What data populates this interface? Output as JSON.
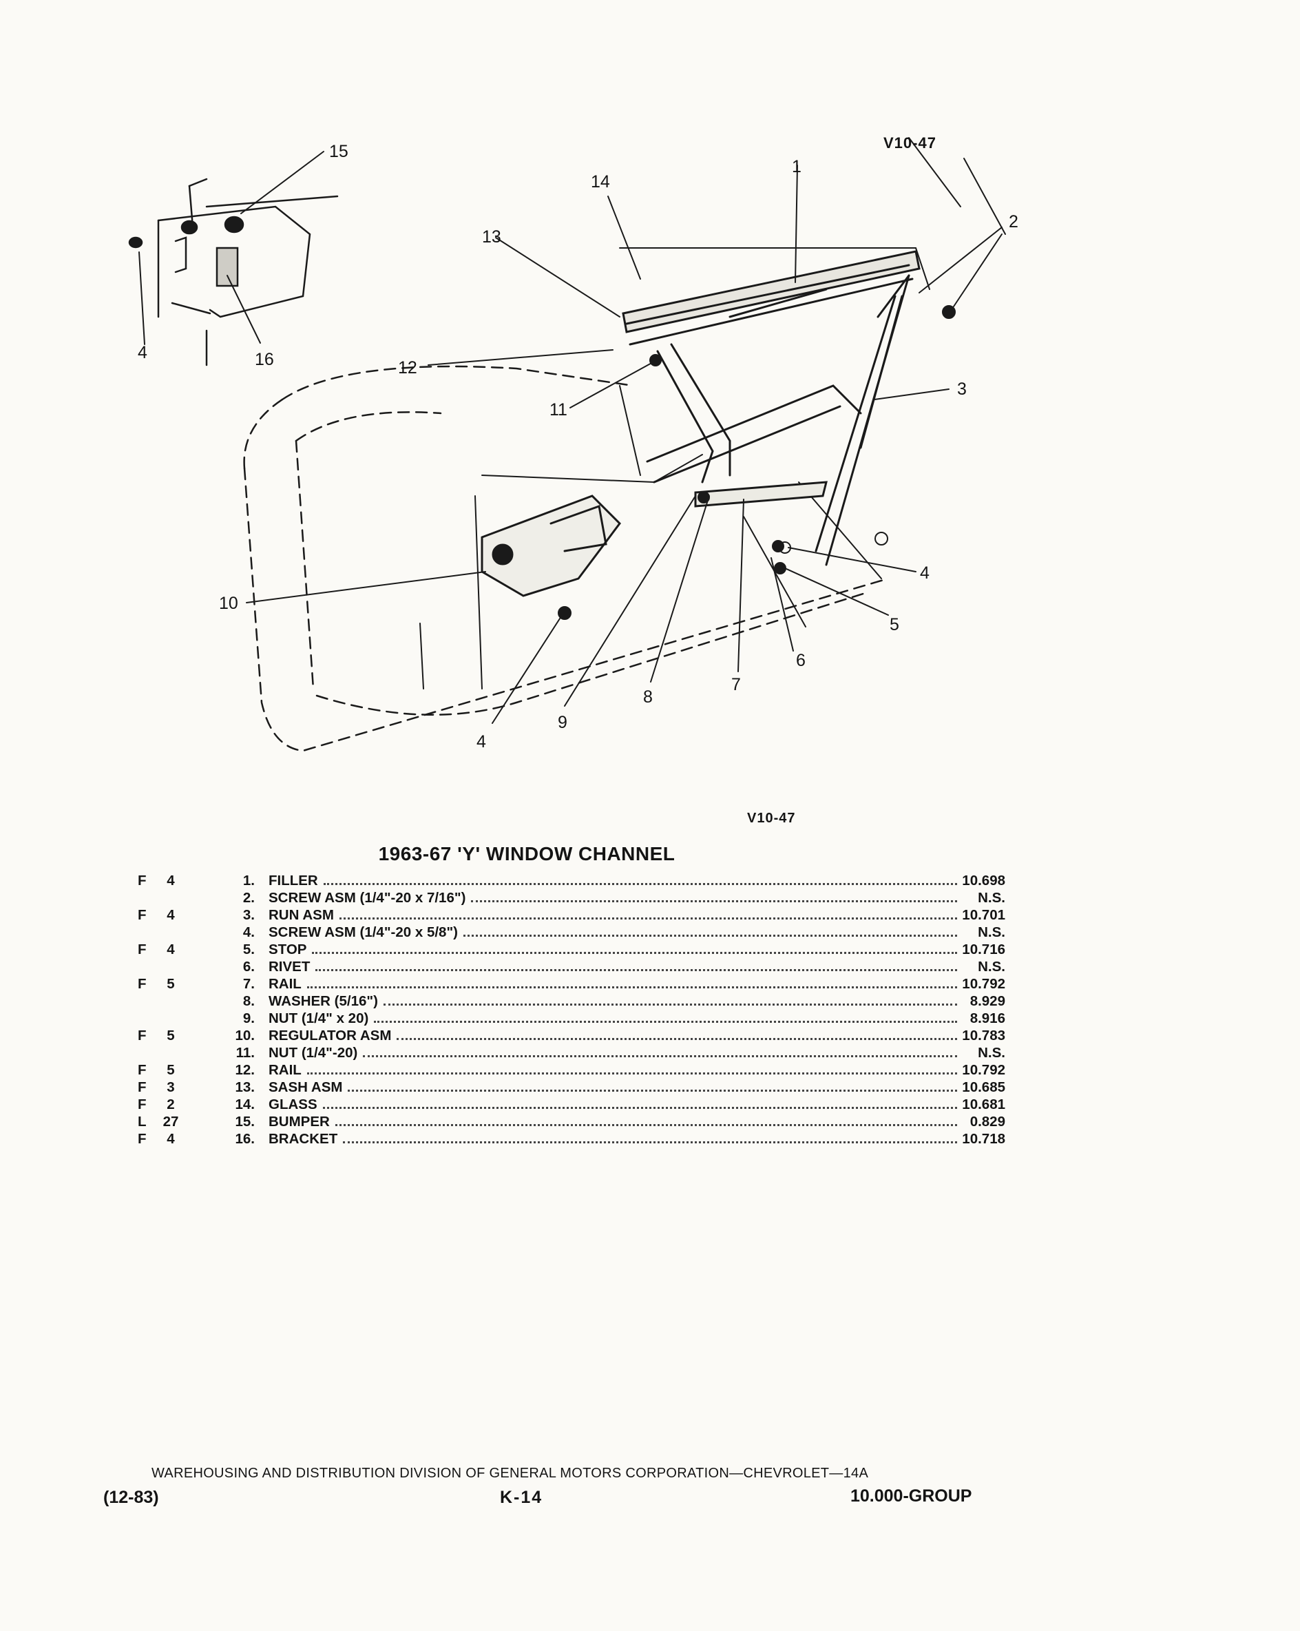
{
  "diagram": {
    "ref_code_top": "V10-47",
    "ref_code_bottom": "V10-47",
    "callouts": {
      "c1": "1",
      "c2": "2",
      "c3": "3",
      "c4a": "4",
      "c4b": "4",
      "c4c": "4",
      "c5": "5",
      "c6": "6",
      "c7": "7",
      "c8": "8",
      "c9": "9",
      "c10": "10",
      "c11": "11",
      "c12": "12",
      "c13": "13",
      "c14": "14",
      "c15": "15",
      "c16": "16"
    }
  },
  "title": "1963-67 'Y' WINDOW CHANNEL",
  "parts": [
    {
      "group": "F",
      "page": "4",
      "num": "1.",
      "name": "FILLER",
      "part": "10.698"
    },
    {
      "group": "",
      "page": "",
      "num": "2.",
      "name": "SCREW ASM (1/4\"-20 x 7/16\")",
      "part": "N.S."
    },
    {
      "group": "F",
      "page": "4",
      "num": "3.",
      "name": "RUN ASM",
      "part": "10.701"
    },
    {
      "group": "",
      "page": "",
      "num": "4.",
      "name": "SCREW ASM (1/4\"-20 x 5/8\")",
      "part": "N.S."
    },
    {
      "group": "F",
      "page": "4",
      "num": "5.",
      "name": "STOP",
      "part": "10.716"
    },
    {
      "group": "",
      "page": "",
      "num": "6.",
      "name": "RIVET",
      "part": "N.S."
    },
    {
      "group": "F",
      "page": "5",
      "num": "7.",
      "name": "RAIL",
      "part": "10.792"
    },
    {
      "group": "",
      "page": "",
      "num": "8.",
      "name": "WASHER (5/16\")",
      "part": "8.929"
    },
    {
      "group": "",
      "page": "",
      "num": "9.",
      "name": "NUT (1/4\" x 20)",
      "part": "8.916"
    },
    {
      "group": "F",
      "page": "5",
      "num": "10.",
      "name": "REGULATOR ASM",
      "part": "10.783"
    },
    {
      "group": "",
      "page": "",
      "num": "11.",
      "name": "NUT (1/4\"-20)",
      "part": "N.S."
    },
    {
      "group": "F",
      "page": "5",
      "num": "12.",
      "name": "RAIL",
      "part": "10.792"
    },
    {
      "group": "F",
      "page": "3",
      "num": "13.",
      "name": "SASH ASM",
      "part": "10.685"
    },
    {
      "group": "F",
      "page": "2",
      "num": "14.",
      "name": "GLASS",
      "part": "10.681"
    },
    {
      "group": "L",
      "page": "27",
      "num": "15.",
      "name": "BUMPER",
      "part": "0.829"
    },
    {
      "group": "F",
      "page": "4",
      "num": "16.",
      "name": "BRACKET",
      "part": "10.718"
    }
  ],
  "footer": {
    "line": "WAREHOUSING AND DISTRIBUTION DIVISION OF GENERAL MOTORS CORPORATION—CHEVROLET—14A",
    "date": "(12-83)",
    "page": "K-14",
    "group": "10.000-GROUP"
  }
}
